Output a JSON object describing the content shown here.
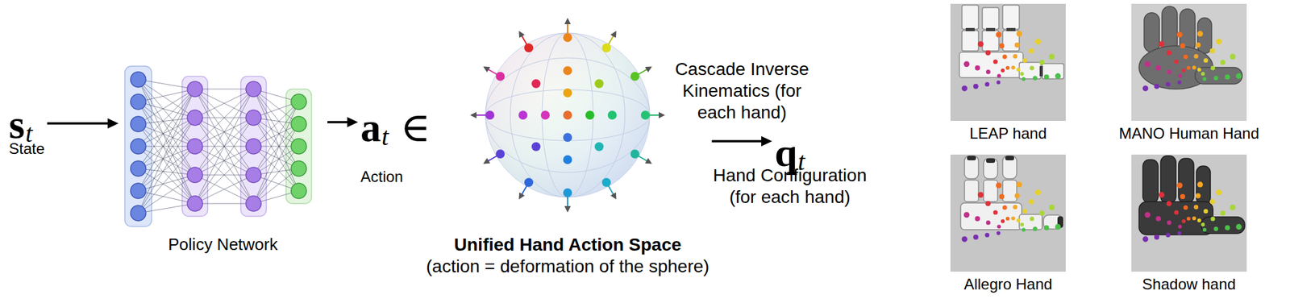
{
  "diagram": {
    "nodes": [
      {
        "text": [
          "s",
          "t",
          "State"
        ]
      },
      {
        "text": [
          "Policy Network"
        ]
      },
      {
        "text": [
          "a",
          "t",
          "∈",
          "Action"
        ]
      },
      {
        "text": [
          "Unified Hand Action Space",
          "(action = deformation of the sphere)"
        ]
      },
      {
        "text": [
          "q",
          "t",
          "Hand Configuration (for each hand)"
        ]
      },
      {
        "text": [
          "LEAP hand"
        ]
      },
      {
        "text": [
          "MANO Human Hand"
        ]
      },
      {
        "text": [
          "Allegro Hand"
        ]
      },
      {
        "text": [
          "Shadow hand"
        ]
      }
    ],
    "edges": [
      {
        "from": 0,
        "to": 1,
        "arrow": "to"
      },
      {
        "from": 1,
        "to": 2,
        "arrow": "to"
      },
      {
        "from": 3,
        "to": 4,
        "label": "Cascade Inverse Kinematics (for each hand)",
        "arrow": "to"
      }
    ]
  }
}
